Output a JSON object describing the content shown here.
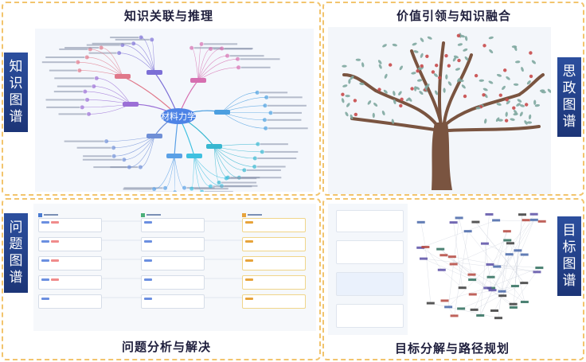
{
  "titles": {
    "knowledge": "知识关联与推理",
    "value": "价值引领与知识融合",
    "problem": "问题分析与解决",
    "goal": "目标分解与路径规划"
  },
  "side_labels": {
    "knowledge": [
      "知",
      "识",
      "图",
      "谱"
    ],
    "ideology": [
      "思",
      "政",
      "图",
      "谱"
    ],
    "problem": [
      "问",
      "题",
      "图",
      "谱"
    ],
    "goal": [
      "目",
      "标",
      "图",
      "谱"
    ]
  },
  "mindmap": {
    "center": "材料力学"
  },
  "colors": {
    "accent_blue": "#2c4f9e",
    "border_gold": "#f2c46d",
    "trunk": "#7a5440",
    "leaf_green": "#7fa9a0",
    "leaf_red": "#c84a4a"
  }
}
